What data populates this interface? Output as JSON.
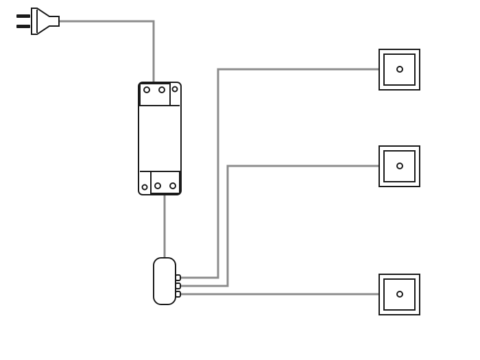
{
  "colors": {
    "wire": "#8c8c8c",
    "outline": "#1a1a1a",
    "background": "#ffffff"
  },
  "diagram": {
    "components": [
      {
        "id": "plug",
        "icon": "mains-plug-icon"
      },
      {
        "id": "driver",
        "icon": "led-driver-icon"
      },
      {
        "id": "splitter",
        "icon": "distributor-block-icon"
      },
      {
        "id": "light-1",
        "icon": "recessed-light-icon"
      },
      {
        "id": "light-2",
        "icon": "recessed-light-icon"
      },
      {
        "id": "light-3",
        "icon": "recessed-light-icon"
      }
    ],
    "connections": [
      {
        "from": "plug",
        "to": "driver"
      },
      {
        "from": "driver",
        "to": "splitter"
      },
      {
        "from": "splitter",
        "to": "light-1"
      },
      {
        "from": "splitter",
        "to": "light-2"
      },
      {
        "from": "splitter",
        "to": "light-3"
      }
    ]
  }
}
